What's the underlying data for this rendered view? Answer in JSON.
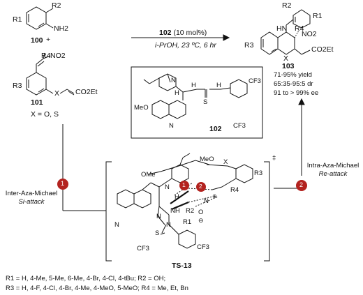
{
  "compounds": {
    "amine_id": "100",
    "nitro_id": "101",
    "product_id": "103",
    "catalyst_id": "102",
    "ts_id": "TS-13"
  },
  "atoms": {
    "R1": "R1",
    "R2": "R2",
    "R3": "R3",
    "R4": "R4",
    "NH2": "NH2",
    "NO2": "NO2",
    "CO2Et": "CO2Et",
    "X": "X",
    "HN": "HN",
    "NH": "NH",
    "N": "N",
    "H": "H",
    "S": "S",
    "CF3": "CF3",
    "MeO": "MeO",
    "OMe": "OMe",
    "O": "O",
    "Nplus": "N",
    "minus": "⊖",
    "plus": "⊕",
    "plus_sign": "+",
    "dagger": "‡"
  },
  "reaction": {
    "catalyst_loading": "(10 mol%)",
    "conditions": "i-PrOH, 23 ºC, 6 hr"
  },
  "results": {
    "yield": "71-95% yield",
    "dr": "65:35-95:5 dr",
    "ee": "91 to > 99% ee"
  },
  "x_definition": "X = O, S",
  "steps": {
    "step1_num": "1",
    "step1_line1": "Inter-Aza-Michael",
    "step1_line2": "Si-attack",
    "step2_num": "2",
    "step2_line1": "Intra-Aza-Michael",
    "step2_line2": "Re-attack"
  },
  "footnote": {
    "line1": "R1 = H, 4-Me, 5-Me, 6-Me, 4-Br, 4-Cl, 4-tBu; R2 = OH;",
    "line2": "R3 = H, 4-F, 4-Cl, 4-Br, 4-Me, 4-MeO, 5-MeO; R4 = Me, Et, Bn"
  },
  "colors": {
    "step_circle": "#b3231f",
    "line": "#111111"
  }
}
